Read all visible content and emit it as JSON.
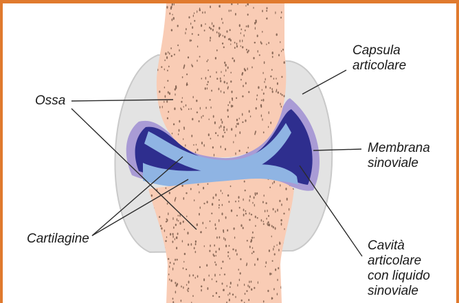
{
  "labels": {
    "capsula": "Capsula\narticolare",
    "ossa": "Ossa",
    "membrana": "Membrana\nsinoviale",
    "cartilagine": "Cartilagine",
    "cavita": "Cavità\narticolare\ncon liquido\nsinoviale"
  },
  "colors": {
    "frame_border": "#e07a2e",
    "bone": "#f9ccb5",
    "bone_pores": "#7a5a4a",
    "capsule": "#e3e3e3",
    "capsule_edge": "#c9c9c9",
    "synovial_membrane": "#a99bd5",
    "joint_cavity": "#2e2e8e",
    "cartilage": "#8fb4e3",
    "leader_lines": "#2b2b2b"
  }
}
